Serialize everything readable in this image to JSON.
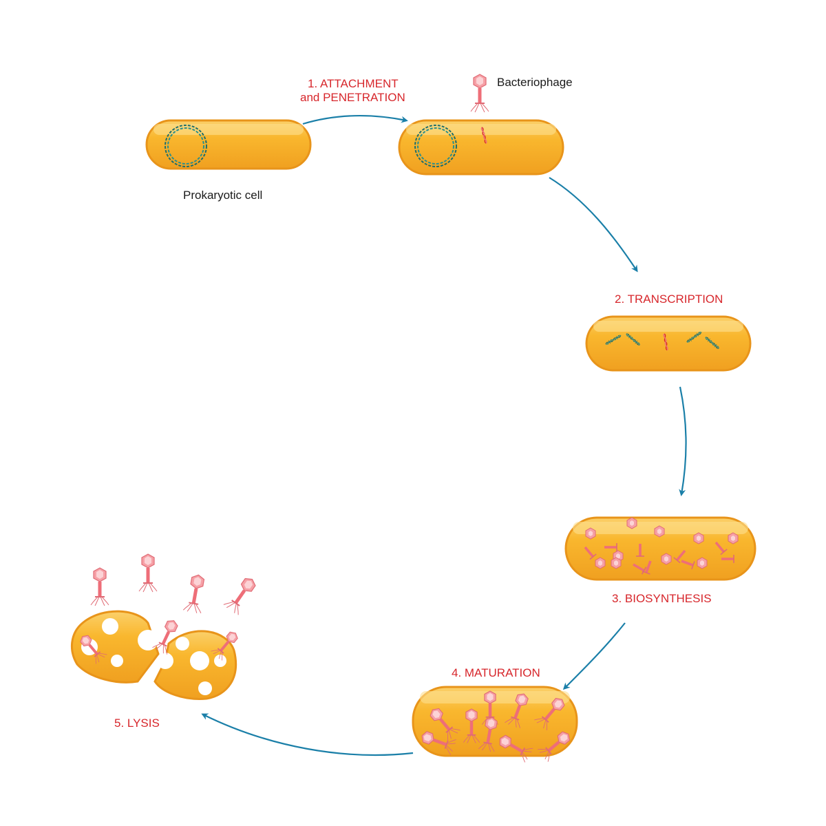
{
  "labels": {
    "prokaryotic_cell": "Prokaryotic cell",
    "bacteriophage": "Bacteriophage",
    "step1_line1": "1. ATTACHMENT",
    "step1_line2": "and PENETRATION",
    "step2": "2. TRANSCRIPTION",
    "step3": "3. BIOSYNTHESIS",
    "step4": "4. MATURATION",
    "step5": "5. LYSIS"
  },
  "colors": {
    "label_accent": "#d7262b",
    "label_plain": "#1a1a1a",
    "arrow": "#1a7fa8",
    "cell_fill": "#f8b62c",
    "cell_edge": "#e8941a",
    "phage": "#f07a82",
    "dna": "#1f6d6a"
  }
}
